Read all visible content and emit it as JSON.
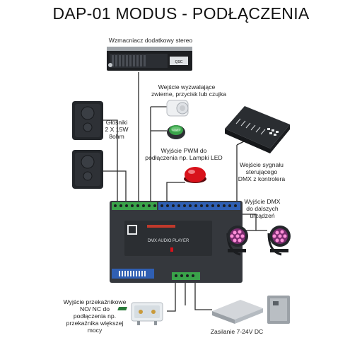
{
  "title": "DAP-01 MODUS - PODŁĄCZENIA",
  "labels": {
    "amplifier": "Wzmacniacz dodatkowy stereo",
    "trigger_line1": "Wejście wyzwalające",
    "trigger_line2": "zwierne, przycisk lub czujka",
    "speakers_line1": "Głośniki",
    "speakers_line2": "2 X 15W",
    "speakers_line3": "8ohm",
    "pwm_line1": "Wyjście PWM do",
    "pwm_line2": "podłączenia np. Lampki LED",
    "dmx_in_line1": "Wejście sygnału",
    "dmx_in_line2": "sterującego",
    "dmx_in_line3": "DMX z kontrolera",
    "dmx_out_line1": "Wyjście DMX",
    "dmx_out_line2": "do dalszych",
    "dmx_out_line3": "urządzeń",
    "relay_line1": "Wyjście przekaźnikowe",
    "relay_line2": "NO/ NC do",
    "relay_line3": "podłączenia np.",
    "relay_line4": "przekaźnika większej",
    "relay_line5": "mocy",
    "power": "Zasilanie 7-24V DC"
  },
  "device": {
    "panel_text": "DMX AUDIO PLAYER",
    "amp_brand": "QSC",
    "button_text": "START"
  },
  "colors": {
    "wire": "#2a2a2a",
    "device_body": "#3c3f44",
    "terminal_green": "#3aa34a",
    "terminal_blue": "#2f5fb3",
    "button_red": "#d8121b"
  }
}
